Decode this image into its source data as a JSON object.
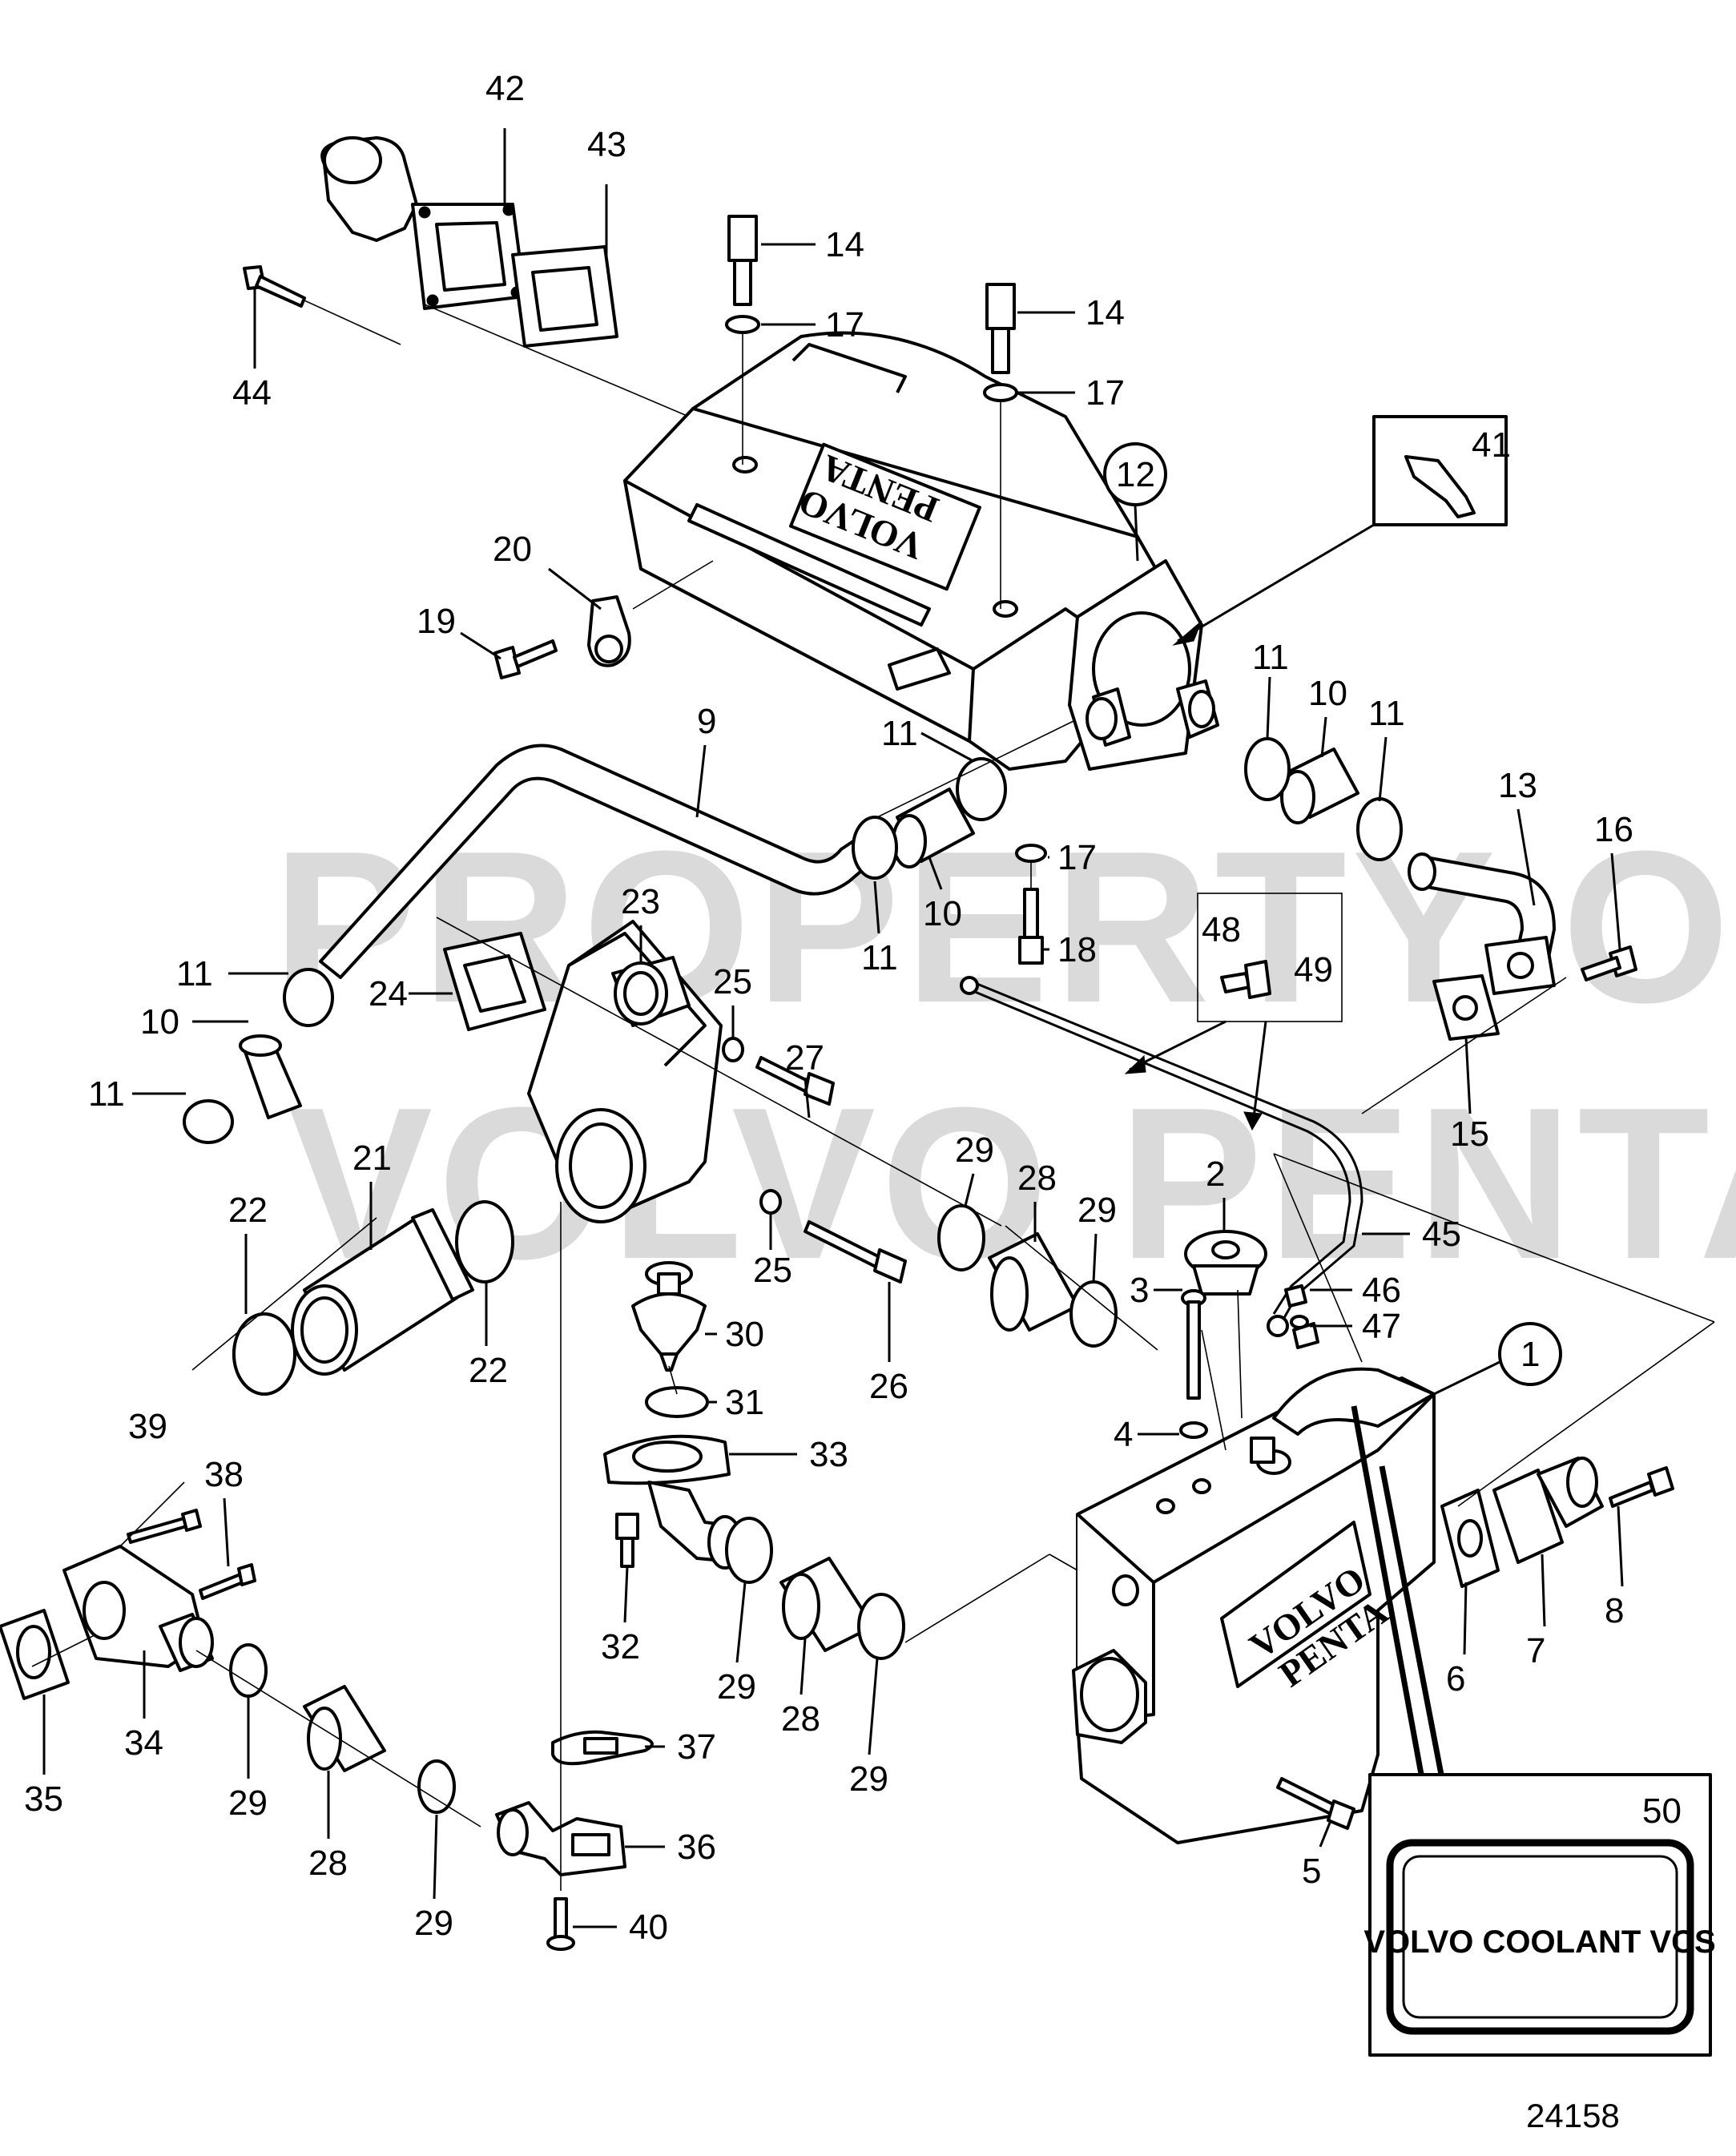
{
  "watermark": {
    "line1": "PROPERTY OF",
    "line2": "VOLVO PENTA"
  },
  "brand_label": {
    "line1": "VOLVO",
    "line2": "PENTA"
  },
  "label_box": {
    "number": "50",
    "text": "VOLVO COOLANT VCS"
  },
  "circled_items": [
    "1",
    "12"
  ],
  "boxed_item": "41",
  "callouts": [
    "1",
    "2",
    "3",
    "4",
    "5",
    "6",
    "7",
    "8",
    "9",
    "10",
    "11",
    "12",
    "13",
    "14",
    "15",
    "16",
    "17",
    "18",
    "19",
    "20",
    "21",
    "22",
    "23",
    "24",
    "25",
    "26",
    "27",
    "28",
    "29",
    "30",
    "31",
    "32",
    "33",
    "34",
    "35",
    "36",
    "37",
    "38",
    "39",
    "40",
    "41",
    "42",
    "43",
    "44",
    "45",
    "46",
    "47",
    "48",
    "49",
    "50"
  ],
  "drawing_number": "24158"
}
